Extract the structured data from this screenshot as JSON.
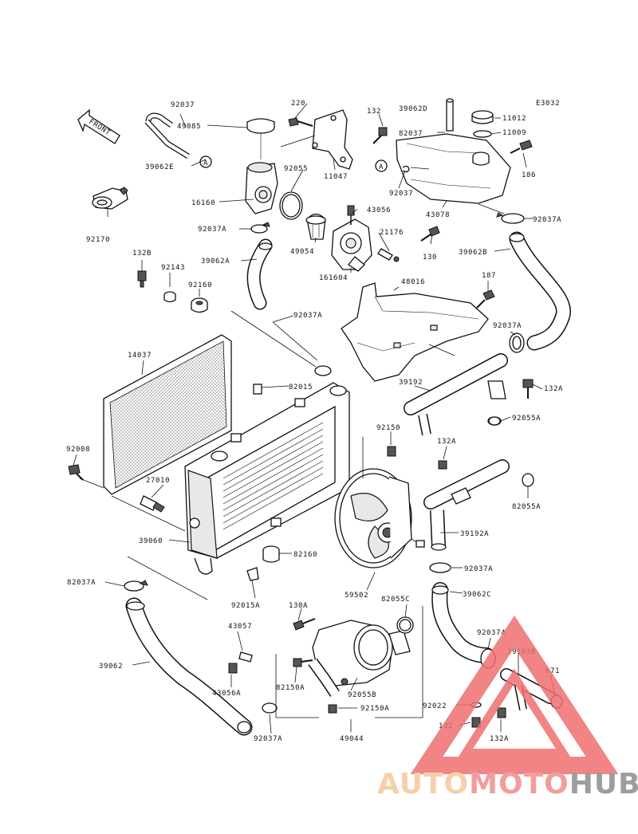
{
  "diagram": {
    "code": "E3032",
    "front_label": "FRONT",
    "callout_a": "A",
    "labels": {
      "p92037_top": "92037",
      "p49085": "49085",
      "p39062E": "39062E",
      "p220": "220",
      "p11047": "11047",
      "p92055_top": "92055",
      "p16160": "16160",
      "p132_top": "132",
      "p39062D": "39062D",
      "p82037_top": "82037",
      "p11012": "11012",
      "p11009": "11009",
      "p186": "186",
      "p92037_mid": "92037",
      "p43078": "43078",
      "p92037A_r": "92037A",
      "p92170": "92170",
      "p43056": "43056",
      "p92037A_l": "92037A",
      "p49054": "49054",
      "p21176": "21176",
      "p130": "130",
      "p161604": "161604",
      "p132B": "132B",
      "p92143": "92143",
      "p39062A": "39062A",
      "p39062B": "39062B",
      "p92160_top": "92160",
      "p48016": "48016",
      "p187": "187",
      "p92037A_c": "92037A",
      "p92037A_r2": "92037A",
      "p14037": "14037",
      "p82015": "82015",
      "p39192": "39192",
      "p132A_r": "132A",
      "p92055A_r": "92055A",
      "p92150": "92150",
      "p132A_m": "132A",
      "p92008": "92008",
      "p27010": "27010",
      "p82055A": "82055A",
      "p39192A": "39192A",
      "p39060": "39060",
      "p82160": "82160",
      "p92037A_b": "92037A",
      "p82037A": "82037A",
      "p92015A": "92015A",
      "p59502": "59502",
      "p82055C": "82055C",
      "p39062C": "39062C",
      "p130A": "130A",
      "p43057": "43057",
      "p920374": "920374",
      "p39192B": "39192B",
      "p671": "671",
      "p39062": "39062",
      "p82150A": "82150A",
      "p92055B": "92055B",
      "p43056A": "43056A",
      "p92022": "92022",
      "p92150A": "92150A",
      "p132_b": "132",
      "p132A_b": "132A",
      "p92037A_bl": "92037A",
      "p49044": "49044"
    }
  },
  "watermark": {
    "part1": "AUTO",
    "part2": "MOTO",
    "part3": "HUB",
    "color1": "#f5c89a",
    "color2": "#f08c8c",
    "color3": "#8c8c8c",
    "triangle_color": "#ef6f6f"
  }
}
